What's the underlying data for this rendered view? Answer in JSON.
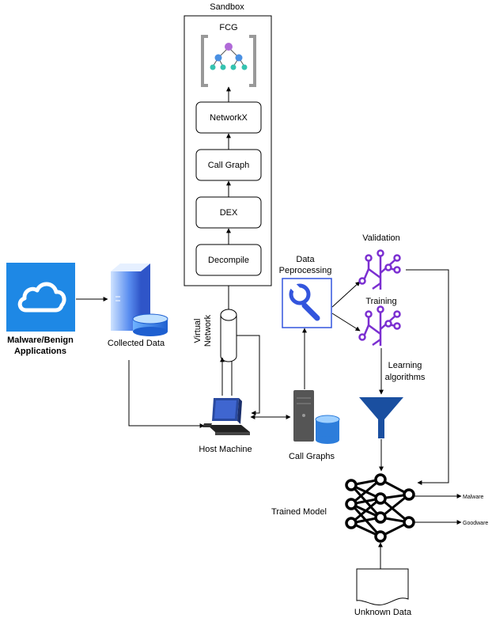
{
  "labels": {
    "sandbox": "Sandbox",
    "fcg": "FCG",
    "networkx": "NetworkX",
    "call_graph": "Call Graph",
    "dex": "DEX",
    "decompile": "Decompile",
    "apps_line1": "Malware/Benign",
    "apps_line2": "Applications",
    "collected_data": "Collected Data",
    "virtual_line1": "Virtual",
    "virtual_line2": "Network",
    "host_machine": "Host Machine",
    "data_prep_line1": "Data",
    "data_prep_line2": "Peprocessing",
    "call_graphs": "Call Graphs",
    "validation": "Validation",
    "training": "Training",
    "learning_line1": "Learning",
    "learning_line2": "algorithms",
    "trained_model": "Trained Model",
    "malware": "Malware",
    "goodware": "Goodware",
    "unknown_data": "Unknown Data"
  },
  "icons": {
    "cloud": "cloud-icon",
    "server": "server-database-icon",
    "computer": "computer-icon",
    "wrench": "wrench-icon",
    "tree": "tree-icon",
    "funnel": "funnel-icon",
    "network": "neural-network-icon",
    "document": "document-icon"
  },
  "colors": {
    "cloud_blue": "#1e88e5",
    "purple": "#7b2fd1",
    "funnel_blue": "#1a4fa0",
    "wrench_blue": "#3355dd"
  }
}
